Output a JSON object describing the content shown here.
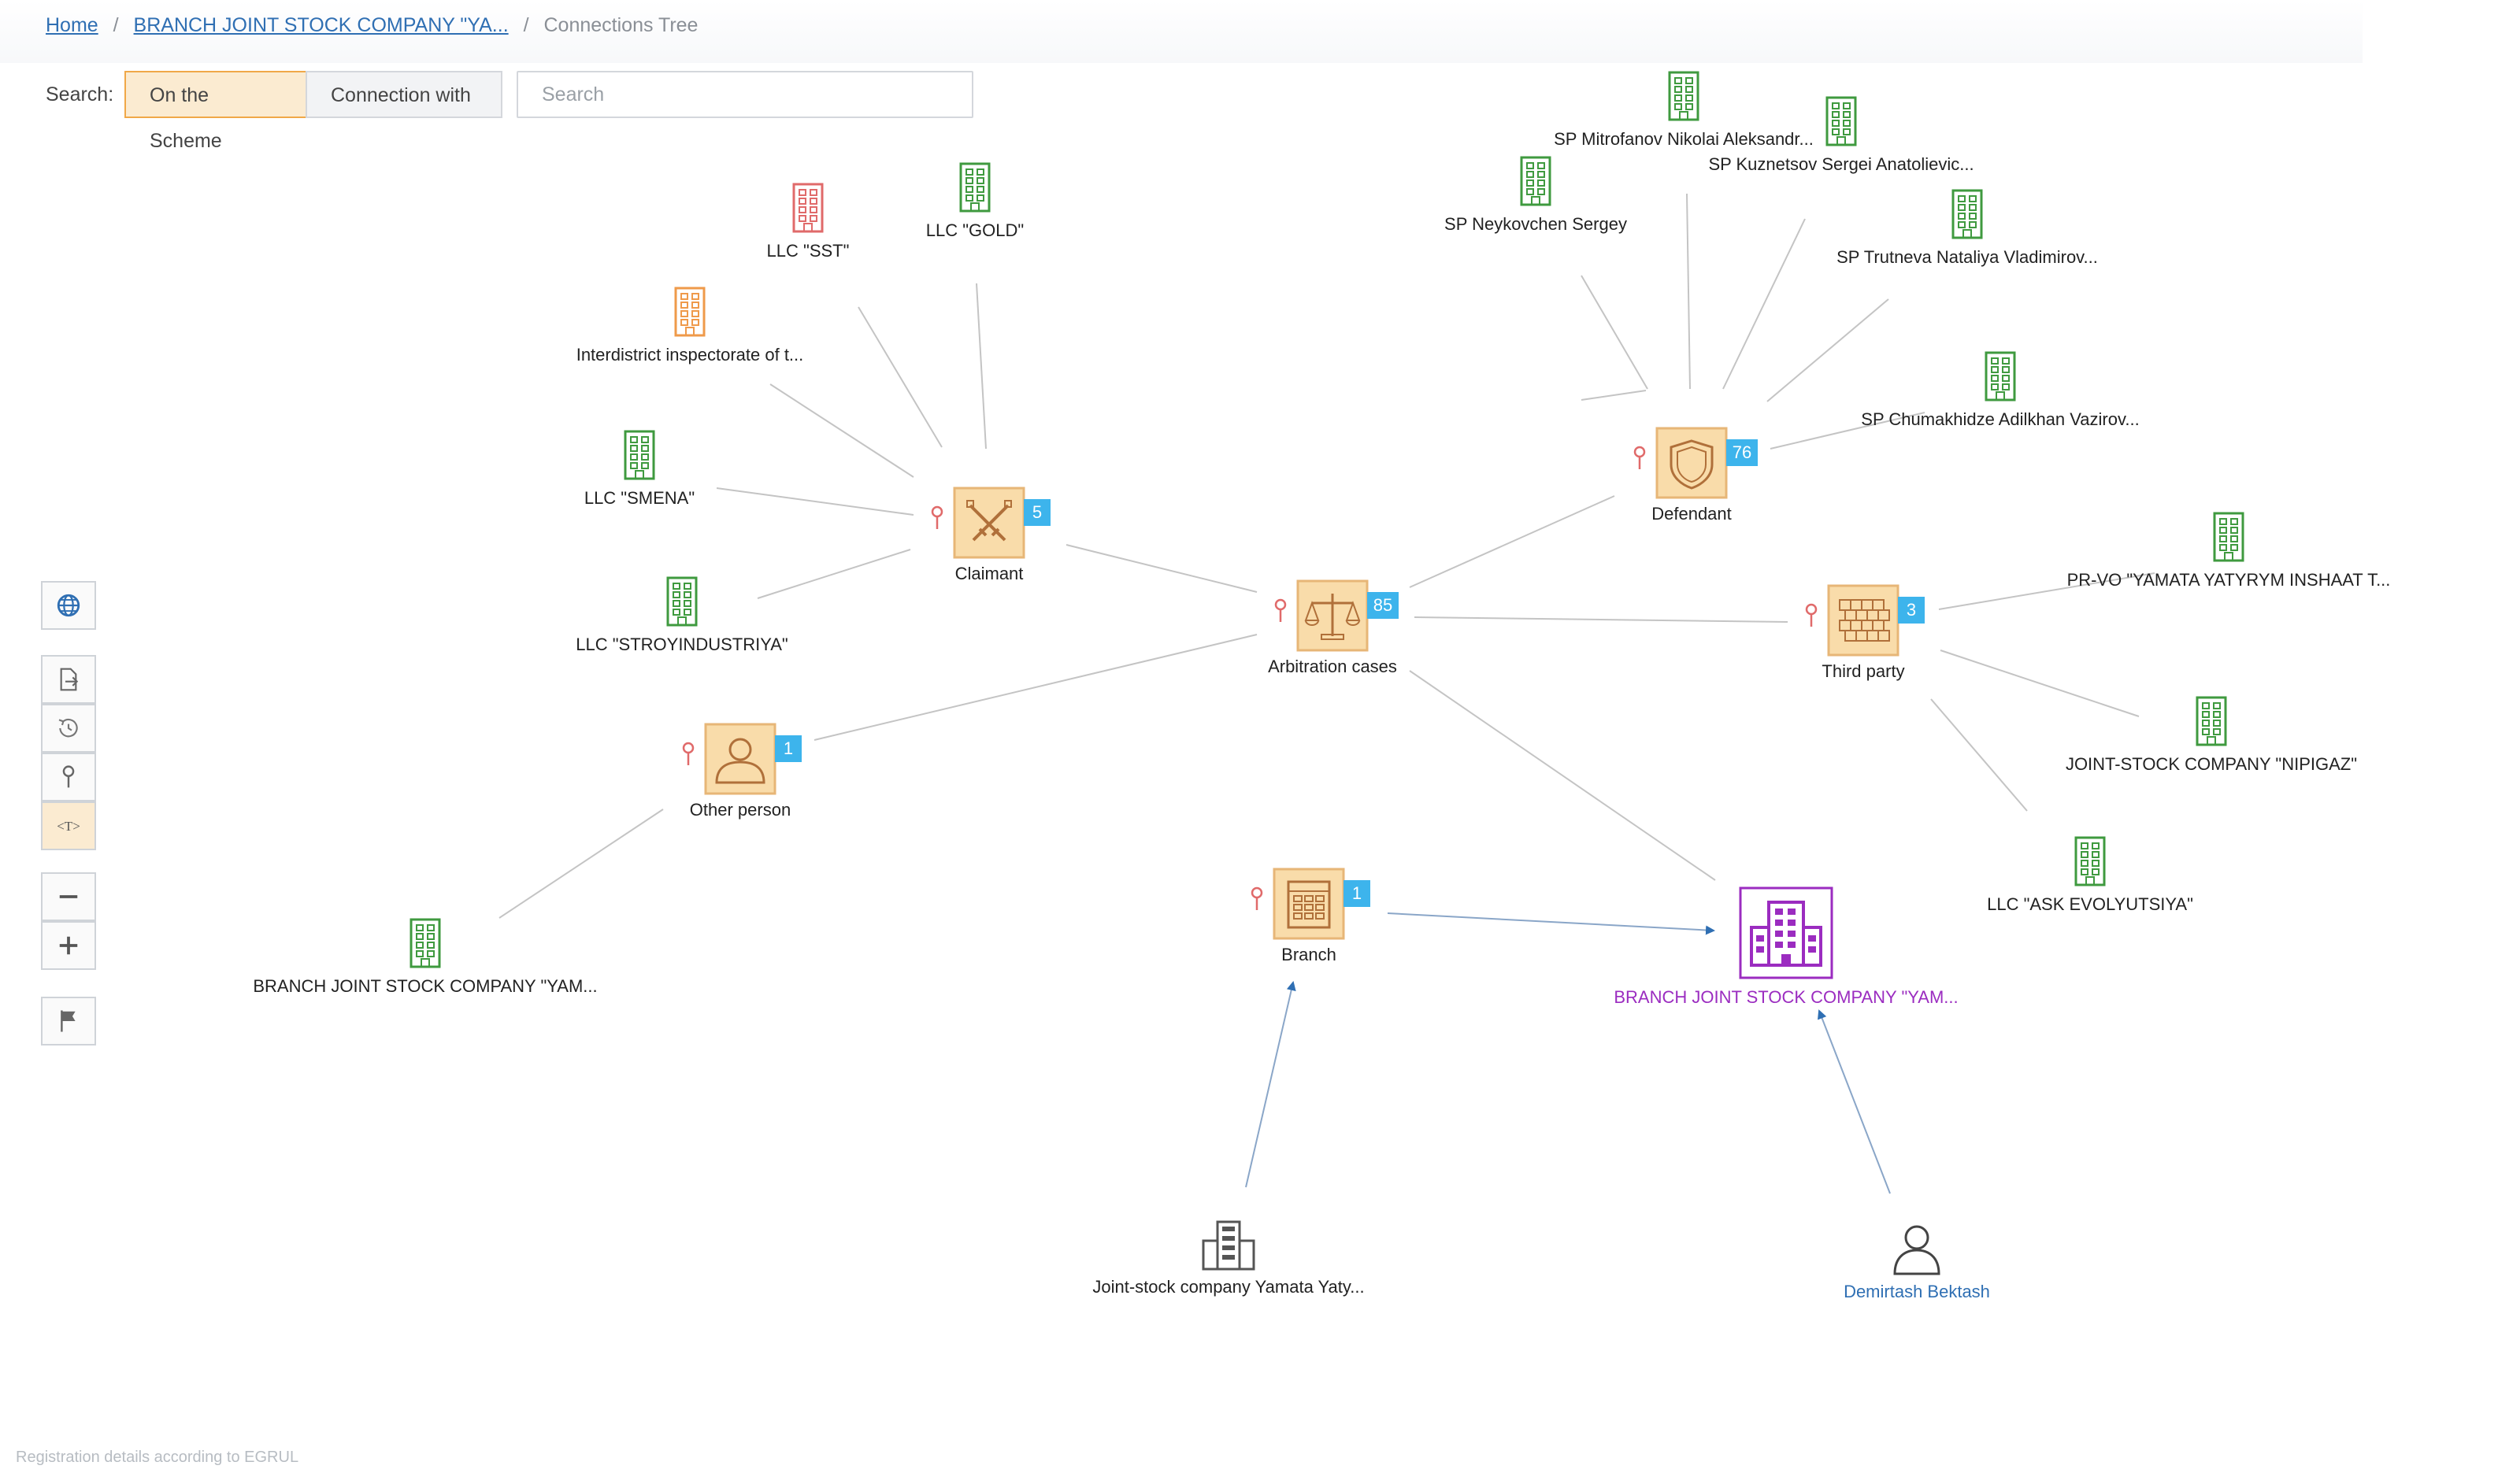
{
  "breadcrumb": {
    "home": "Home",
    "company": "BRANCH JOINT STOCK COMPANY \"YA...",
    "current": "Connections Tree"
  },
  "search": {
    "label": "Search:",
    "mode_on_scheme": "On the Scheme",
    "mode_connection_with": "Connection with",
    "placeholder": "Search"
  },
  "toolbar": {
    "tools": [
      "globe-icon",
      "export-icon",
      "history-icon",
      "pin-icon",
      "text-toggle-icon",
      "zoom-out-icon",
      "zoom-in-icon",
      "flag-icon"
    ]
  },
  "graph": {
    "categories": [
      {
        "id": "claimant",
        "label": "Claimant",
        "count": "5",
        "icon": "swords-icon"
      },
      {
        "id": "defendant",
        "label": "Defendant",
        "count": "76",
        "icon": "shield-icon"
      },
      {
        "id": "arbitration",
        "label": "Arbitration cases",
        "count": "85",
        "icon": "scales-icon"
      },
      {
        "id": "thirdparty",
        "label": "Third party",
        "count": "3",
        "icon": "brick-wall-icon"
      },
      {
        "id": "otherperson",
        "label": "Other person",
        "count": "1",
        "icon": "person-icon"
      },
      {
        "id": "branch",
        "label": "Branch",
        "count": "1",
        "icon": "building-icon"
      }
    ],
    "companies": [
      {
        "id": "sst",
        "label": "LLC \"SST\"",
        "status": "liquidated"
      },
      {
        "id": "gold",
        "label": "LLC \"GOLD\"",
        "status": "active"
      },
      {
        "id": "inspectorate",
        "label": "Interdistrict inspectorate of t...",
        "status": "government"
      },
      {
        "id": "smena",
        "label": "LLC \"SMENA\"",
        "status": "active"
      },
      {
        "id": "stroy",
        "label": "LLC \"STROYINDUSTRIYA\"",
        "status": "active"
      },
      {
        "id": "mitrofanov",
        "label": "SP Mitrofanov Nikolai Aleksandr...",
        "status": "active"
      },
      {
        "id": "kuznetsov",
        "label": "SP Kuznetsov Sergei Anatolievic...",
        "status": "active"
      },
      {
        "id": "neykovchen",
        "label": "SP Neykovchen Sergey",
        "status": "active"
      },
      {
        "id": "trutneva",
        "label": "SP Trutneva Nataliya Vladimirov...",
        "status": "active"
      },
      {
        "id": "chumakhidze",
        "label": "SP Chumakhidze Adilkhan Vazirov...",
        "status": "active"
      },
      {
        "id": "prvo",
        "label": "PR-VO \"YAMATA YATYRYM INSHAAT T...",
        "status": "active"
      },
      {
        "id": "nipigaz",
        "label": "JOINT-STOCK COMPANY \"NIPIGAZ\"",
        "status": "active"
      },
      {
        "id": "evolutsiya",
        "label": "LLC \"ASK EVOLYUTSIYA\"",
        "status": "active"
      },
      {
        "id": "branchleft",
        "label": "BRANCH JOINT STOCK COMPANY \"YAM...",
        "status": "active"
      }
    ],
    "focus": {
      "id": "focus",
      "label": "BRANCH JOINT STOCK COMPANY \"YAM..."
    },
    "parent": {
      "id": "parent",
      "label": "Joint-stock company Yamata Yaty..."
    },
    "person": {
      "id": "person",
      "label": "Demirtash Bektash"
    }
  },
  "colors": {
    "active": "#3f9a3f",
    "liquidated": "#e06a6a",
    "government": "#ef9a4a",
    "focus": "#9b2cc0",
    "parent": "#555555",
    "person_link": "#2f6fb3",
    "count_badge": "#3db4ec",
    "pin": "#e06a6a",
    "edge": "#c4c4c4",
    "arrow_edge": "#8aa6c8"
  },
  "footer": {
    "note": "Registration details according to EGRUL"
  }
}
